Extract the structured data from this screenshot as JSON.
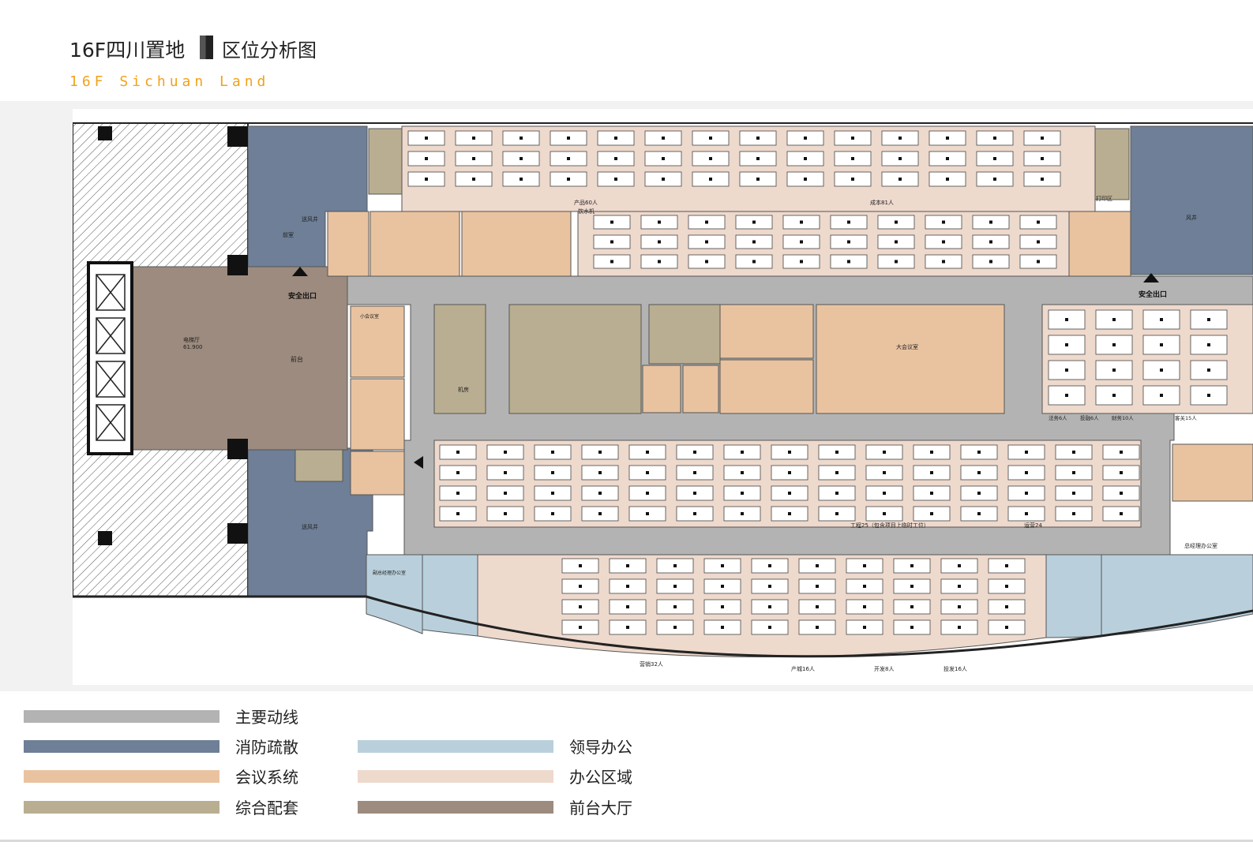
{
  "header": {
    "title": "16F四川置地",
    "subtitle": "区位分析图",
    "title_en": "16F Sichuan Land"
  },
  "plan": {
    "labels": {
      "safety_exit": "安全出口",
      "reception": "前台",
      "elevator_hall": "电梯厅",
      "elevator_hall_area": "61.900",
      "product": "产品60人",
      "cost": "成本81人",
      "water_dispenser": "饮水机",
      "print_area": "打印区",
      "big_meeting": "大会议室",
      "small_meeting": "小会议室",
      "marketing": "营销32人",
      "industry": "产城16人",
      "development": "开发8人",
      "investment": "投发16人",
      "engineering": "工程25（包含项目上临时工位）",
      "operations": "运营24",
      "general_manager": "总经理办公室",
      "deputy_manager": "副总经理办公室",
      "machine_room": "机房",
      "fresh_air": "送风井",
      "wind_well": "风井",
      "front_room": "前室",
      "legal": "法务6人",
      "audit": "投融6人",
      "finance": "财务10人",
      "customer": "客关15人"
    },
    "colors": {
      "circulation": "#b3b3b3",
      "fire": "#6e7f97",
      "meeting": "#e9c3a0",
      "support": "#b9ae91",
      "leader": "#b9d0dc",
      "office": "#eed9cd",
      "lobby": "#9c8b7e"
    }
  },
  "legend": {
    "items": [
      {
        "label": "主要动线",
        "color": "#b3b3b3"
      },
      {
        "label": "消防疏散",
        "color": "#6e7f97"
      },
      {
        "label": "会议系统",
        "color": "#e9c3a0"
      },
      {
        "label": "综合配套",
        "color": "#b9ae91"
      },
      {
        "label": "领导办公",
        "color": "#b9d0dc"
      },
      {
        "label": "办公区域",
        "color": "#eed9cd"
      },
      {
        "label": "前台大厅",
        "color": "#9c8b7e"
      }
    ]
  }
}
